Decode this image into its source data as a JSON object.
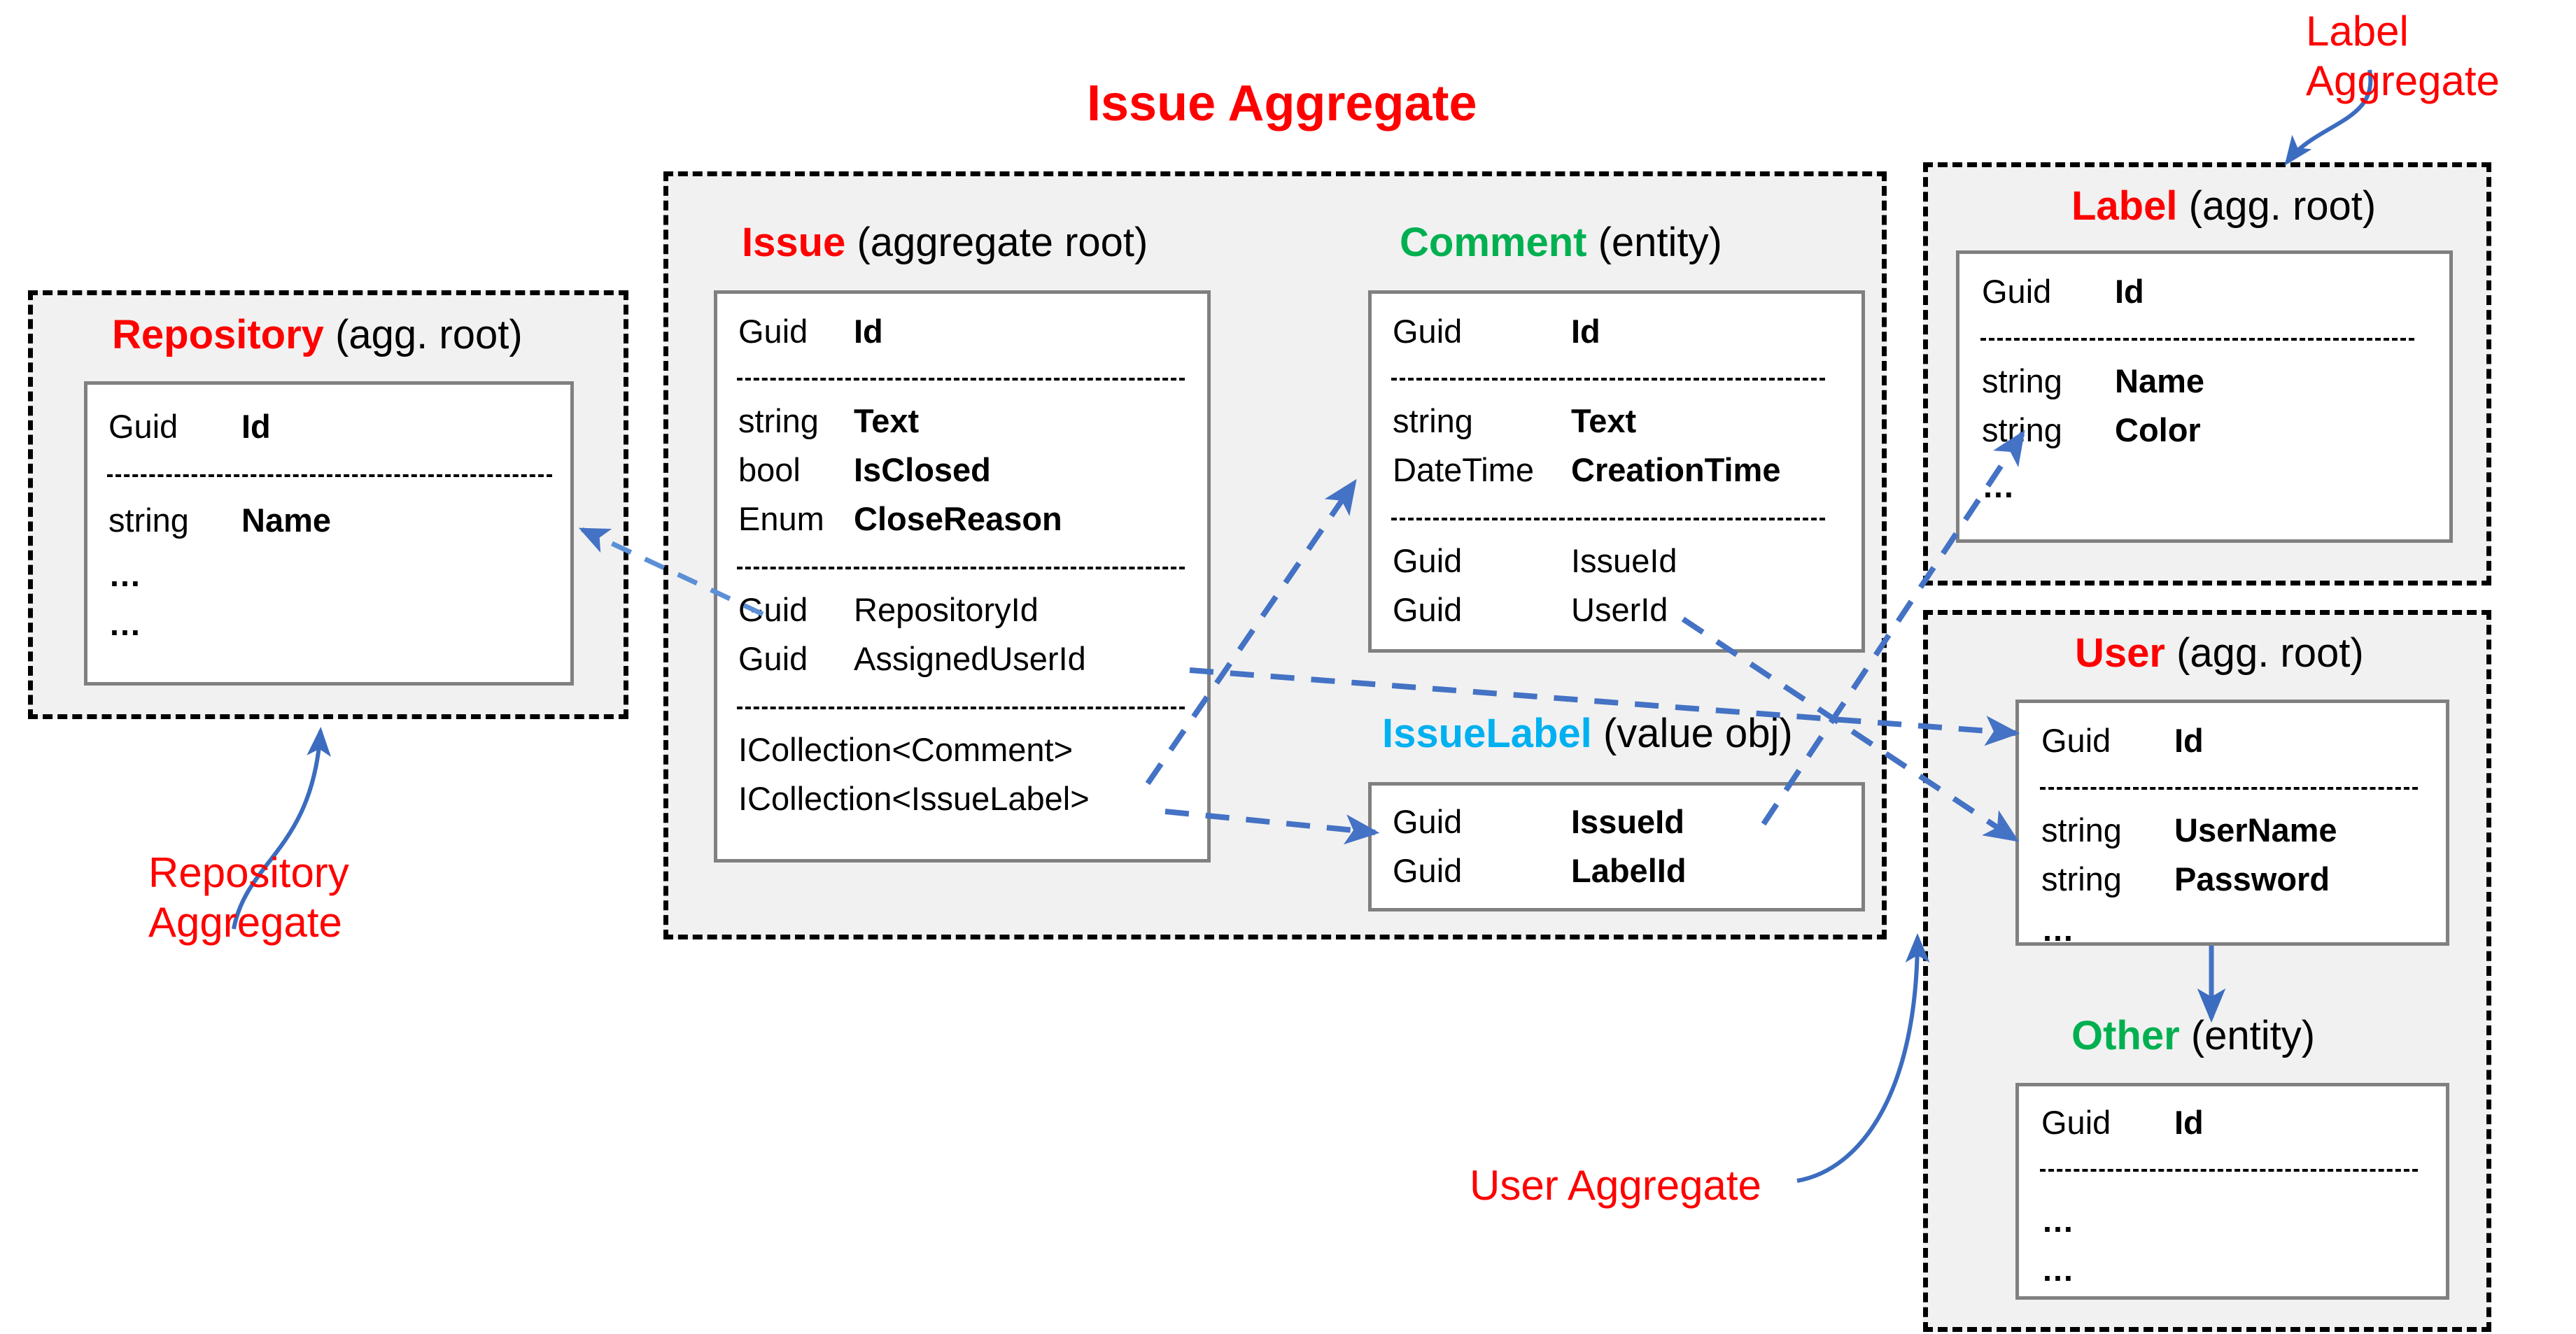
{
  "diagram": {
    "title": "Issue Aggregate",
    "colors": {
      "aggregate_root": "#ff0000",
      "entity": "#00b050",
      "value_object": "#00b0f0",
      "relation_line": "#4472c4",
      "callout_text": "#ff0000",
      "container_fill": "#f1f1f1",
      "class_border": "#808080"
    }
  },
  "callouts": [
    {
      "id": "label-aggregate",
      "text": "Label Aggregate"
    },
    {
      "id": "repository-aggregate",
      "text": "Repository\nAggregate"
    },
    {
      "id": "user-aggregate",
      "text": "User Aggregate"
    }
  ],
  "entities": {
    "repository": {
      "name": "Repository",
      "stereotype": "(agg. root)",
      "kind": "aggregate-root",
      "groups": [
        {
          "rows": [
            {
              "type": "Guid",
              "field": "Id",
              "bold": true
            }
          ]
        },
        {
          "rows": [
            {
              "type": "string",
              "field": "Name",
              "bold": true
            }
          ]
        },
        {
          "rows": [
            {
              "type": "…",
              "field": "",
              "bold": false
            },
            {
              "type": "…",
              "field": "",
              "bold": false
            }
          ]
        }
      ]
    },
    "issue": {
      "name": "Issue",
      "stereotype": "(aggregate root)",
      "kind": "aggregate-root",
      "groups": [
        {
          "rows": [
            {
              "type": "Guid",
              "field": "Id",
              "bold": true
            }
          ]
        },
        {
          "rows": [
            {
              "type": "string",
              "field": "Text",
              "bold": true
            },
            {
              "type": "bool",
              "field": "IsClosed",
              "bold": true
            },
            {
              "type": "Enum",
              "field": "CloseReason",
              "bold": true
            }
          ]
        },
        {
          "rows": [
            {
              "type": "Guid",
              "field": "RepositoryId",
              "bold": false
            },
            {
              "type": "Guid",
              "field": "AssignedUserId",
              "bold": false
            }
          ]
        },
        {
          "rows": [
            {
              "type": "ICollection<Comment>",
              "field": "",
              "bold": false
            },
            {
              "type": "ICollection<IssueLabel>",
              "field": "",
              "bold": false
            }
          ]
        }
      ]
    },
    "comment": {
      "name": "Comment",
      "stereotype": "(entity)",
      "kind": "entity",
      "groups": [
        {
          "rows": [
            {
              "type": "Guid",
              "field": "Id",
              "bold": true
            }
          ]
        },
        {
          "rows": [
            {
              "type": "string",
              "field": "Text",
              "bold": true
            },
            {
              "type": "DateTime",
              "field": "CreationTime",
              "bold": true
            }
          ]
        },
        {
          "rows": [
            {
              "type": "Guid",
              "field": "IssueId",
              "bold": false
            },
            {
              "type": "Guid",
              "field": "UserId",
              "bold": false
            }
          ]
        }
      ]
    },
    "issuelabel": {
      "name": "IssueLabel",
      "stereotype": "(value obj)",
      "kind": "value-object",
      "groups": [
        {
          "rows": [
            {
              "type": "Guid",
              "field": "IssueId",
              "bold": true
            },
            {
              "type": "Guid",
              "field": "LabelId",
              "bold": true
            }
          ]
        }
      ]
    },
    "label": {
      "name": "Label",
      "stereotype": "(agg. root)",
      "kind": "aggregate-root",
      "groups": [
        {
          "rows": [
            {
              "type": "Guid",
              "field": "Id",
              "bold": true
            }
          ]
        },
        {
          "rows": [
            {
              "type": "string",
              "field": "Name",
              "bold": true
            },
            {
              "type": "string",
              "field": "Color",
              "bold": true
            }
          ]
        },
        {
          "rows": [
            {
              "type": "…",
              "field": "",
              "bold": false
            }
          ]
        }
      ]
    },
    "user": {
      "name": "User",
      "stereotype": "(agg. root)",
      "kind": "aggregate-root",
      "groups": [
        {
          "rows": [
            {
              "type": "Guid",
              "field": "Id",
              "bold": true
            }
          ]
        },
        {
          "rows": [
            {
              "type": "string",
              "field": "UserName",
              "bold": true
            },
            {
              "type": "string",
              "field": "Password",
              "bold": true
            }
          ]
        },
        {
          "rows": [
            {
              "type": "…",
              "field": "",
              "bold": false
            }
          ]
        }
      ]
    },
    "other": {
      "name": "Other",
      "stereotype": "(entity)",
      "kind": "entity",
      "groups": [
        {
          "rows": [
            {
              "type": "Guid",
              "field": "Id",
              "bold": true
            }
          ]
        },
        {
          "rows": [
            {
              "type": "…",
              "field": "",
              "bold": false
            },
            {
              "type": "…",
              "field": "",
              "bold": false
            }
          ]
        }
      ]
    }
  },
  "relations": [
    {
      "from": "issue.RepositoryId",
      "to": "repository",
      "style": "dashed"
    },
    {
      "from": "issue.AssignedUserId",
      "to": "user",
      "style": "dashed"
    },
    {
      "from": "issue.ICollection<Comment>",
      "to": "comment",
      "style": "dashed"
    },
    {
      "from": "issue.ICollection<IssueLabel>",
      "to": "issuelabel",
      "style": "dashed"
    },
    {
      "from": "comment.UserId",
      "to": "user",
      "style": "dashed"
    },
    {
      "from": "issuelabel.LabelId",
      "to": "label",
      "style": "dashed"
    },
    {
      "from": "user",
      "to": "other",
      "style": "solid"
    }
  ]
}
